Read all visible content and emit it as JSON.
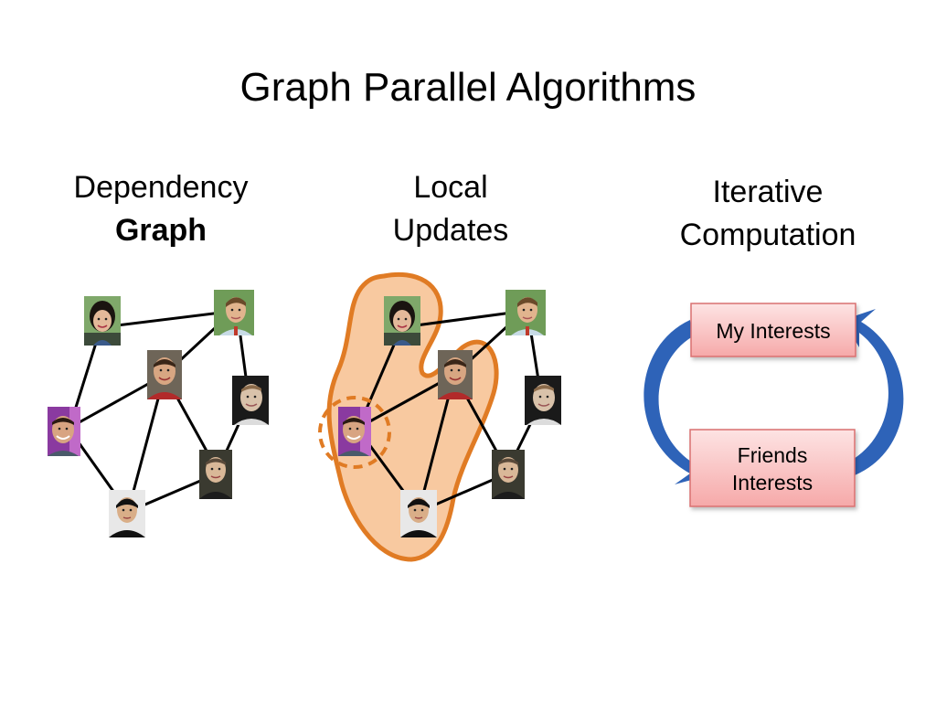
{
  "slide": {
    "title": "Graph Parallel Algorithms"
  },
  "columns": [
    {
      "lines": [
        {
          "text": "Dependency",
          "bold": false
        },
        {
          "text": "Graph",
          "bold": true
        }
      ]
    },
    {
      "lines": [
        {
          "text": "Local",
          "bold": false
        },
        {
          "text": "Updates",
          "bold": false
        }
      ]
    },
    {
      "lines": [
        {
          "text": "Iterative",
          "bold": false
        },
        {
          "text": "Computation",
          "bold": false
        }
      ]
    }
  ],
  "cycle": {
    "top_box": "My Interests",
    "bottom_box_lines": [
      "Friends",
      "Interests"
    ]
  },
  "colors": {
    "highlight_fill": "#f8c9a0",
    "highlight_stroke": "#e07b24",
    "box_fill_top": "#fde3e3",
    "box_fill_bottom": "#f6a9a9",
    "box_stroke": "#d97070",
    "arrow": "#2e63b8"
  },
  "icons": [
    "person-photo-icon"
  ]
}
